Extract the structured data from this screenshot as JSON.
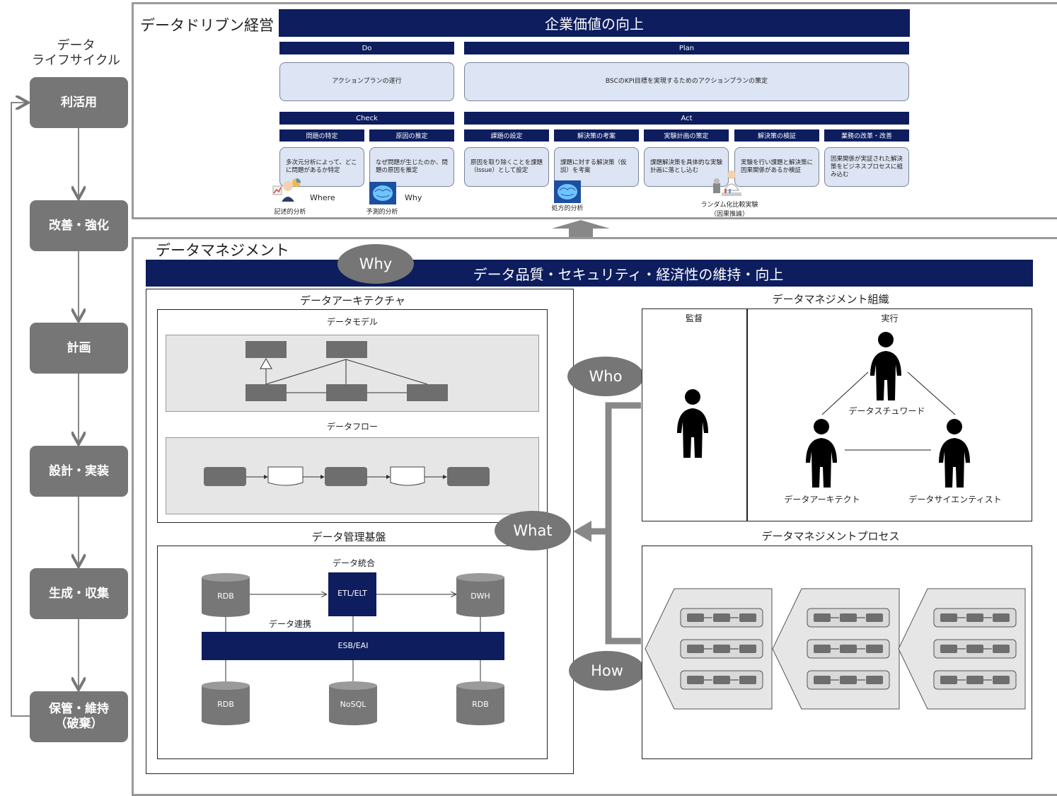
{
  "lifecycle": {
    "heading_line1": "データ",
    "heading_line2": "ライフサイクル",
    "stages": [
      "利活用",
      "改善・強化",
      "計画",
      "設計・実装",
      "生成・収集",
      "保管・維持\n（破棄）"
    ]
  },
  "ddm": {
    "title": "データドリブン経営",
    "banner": "企業価値の向上",
    "do_label": "Do",
    "plan_label": "Plan",
    "do_text": "アクションプランの遂行",
    "plan_text": "BSCのKPI目標を実現するためのアクションプランの策定",
    "check_label": "Check",
    "act_label": "Act",
    "steps": [
      "問題の特定",
      "原因の推定",
      "課題の設定",
      "解決策の考案",
      "実験計画の策定",
      "解決策の検証",
      "業務の改革・改善"
    ],
    "step_texts": [
      "多次元分析によって、どこに問題があるか特定",
      "なぜ問題が生じたのか、問題の原因を推定",
      "原因を取り除くことを課題（Issue）として設定",
      "課題に対する解決策（仮説）を考案",
      "課題解決策を具体的な実験計画に落とし込む",
      "実験を行い課題と解決策に因果関係があるか検証",
      "因果関係が実証された解決策をビジネスプロセスに組み込む"
    ],
    "where_label": "Where",
    "why_label": "Why",
    "analysis_labels": [
      "記述的分析",
      "予測的分析",
      "処方的分析"
    ],
    "experiment_label_1": "ランダム化比較実験",
    "experiment_label_2": "（因果推論）"
  },
  "dm": {
    "title": "データマネジメント",
    "why_oval": "Why",
    "banner": "データ品質・セキュリティ・経済性の維持・向上",
    "who_oval": "Who",
    "what_oval": "What",
    "how_oval": "How",
    "architecture": {
      "title": "データアーキテクチャ",
      "model_title": "データモデル",
      "flow_title": "データフロー"
    },
    "platform": {
      "title": "データ管理基盤",
      "integration_label": "データ統合",
      "linkage_label": "データ連携",
      "etl": "ETL/ELT",
      "esb": "ESB/EAI",
      "sources": [
        "RDB",
        "DWH",
        "RDB",
        "NoSQL",
        "RDB"
      ]
    },
    "organization": {
      "title": "データマネジメント組織",
      "oversight": "監督",
      "execution": "実行",
      "roles": [
        "データスチュワード",
        "データアーキテクト",
        "データサイエンティスト"
      ]
    },
    "process_title": "データマネジメントプロセス"
  }
}
